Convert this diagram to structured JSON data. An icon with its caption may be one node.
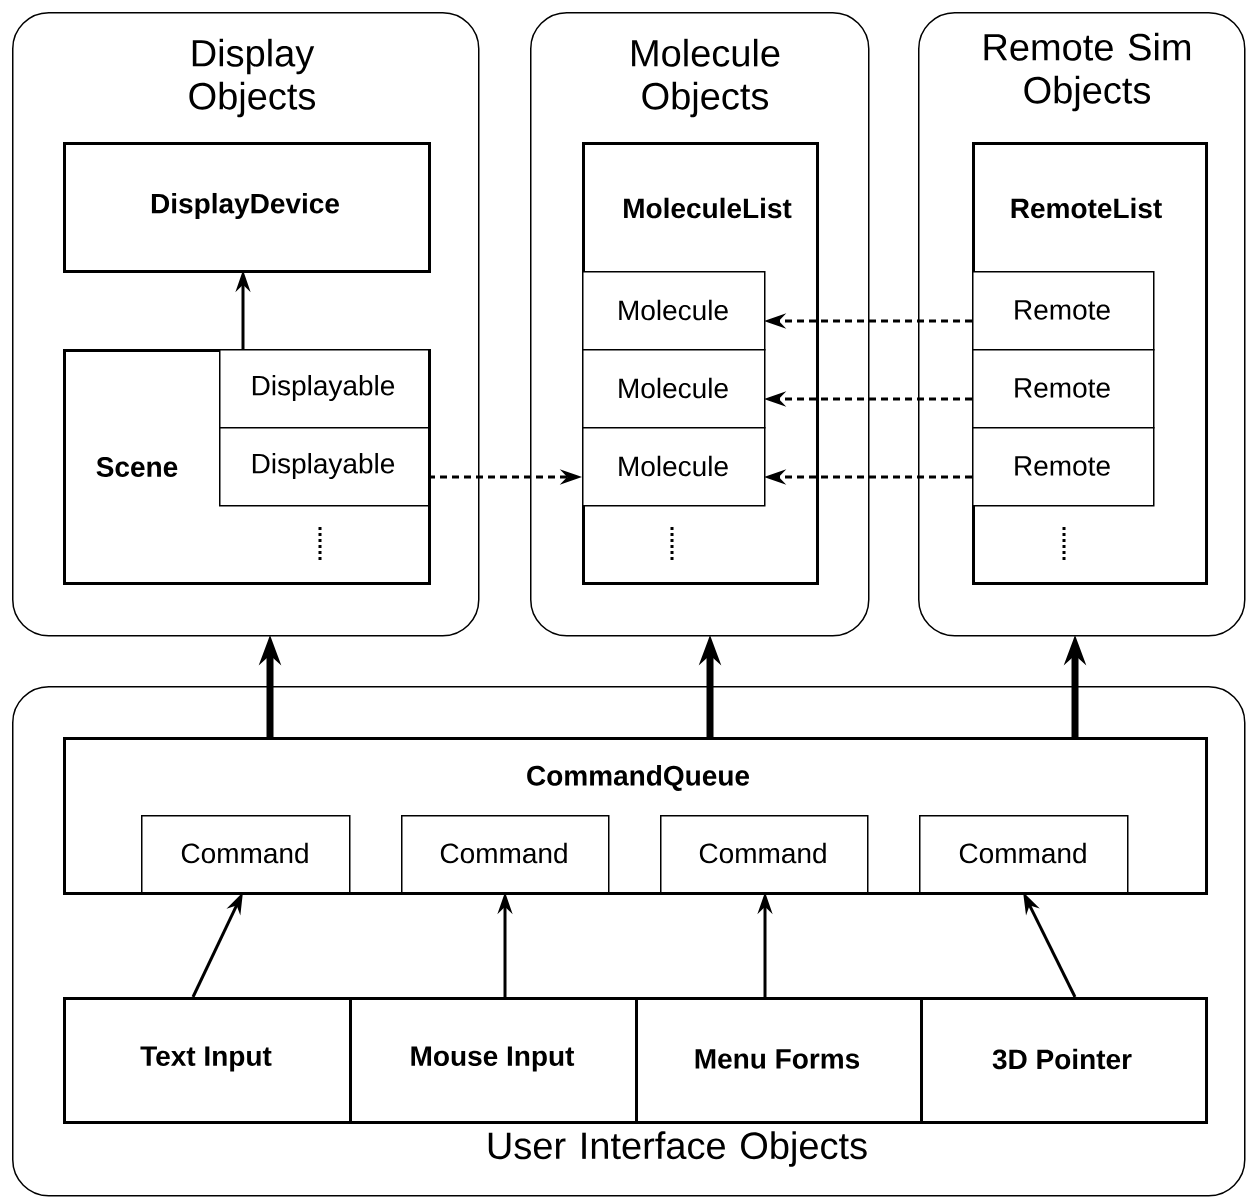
{
  "diagram": {
    "nodes": [
      {
        "text": [
          "Display Objects"
        ]
      },
      {
        "text": [
          "DisplayDevice"
        ],
        "in": 0
      },
      {
        "text": [
          "Scene"
        ],
        "in": 0
      },
      {
        "text": [
          "Displayable"
        ],
        "in": 2
      },
      {
        "text": [
          "Displayable"
        ],
        "in": 2
      },
      {
        "text": [
          "Molecule Objects"
        ]
      },
      {
        "text": [
          "MoleculeList"
        ],
        "in": 5
      },
      {
        "text": [
          "Molecule"
        ],
        "in": 6
      },
      {
        "text": [
          "Molecule"
        ],
        "in": 6
      },
      {
        "text": [
          "Molecule"
        ],
        "in": 6
      },
      {
        "text": [
          "Remote Sim Objects"
        ]
      },
      {
        "text": [
          "RemoteList"
        ],
        "in": 10
      },
      {
        "text": [
          "Remote"
        ],
        "in": 11
      },
      {
        "text": [
          "Remote"
        ],
        "in": 11
      },
      {
        "text": [
          "Remote"
        ],
        "in": 11
      },
      {
        "text": [
          "User Interface Objects"
        ]
      },
      {
        "text": [
          "CommandQueue"
        ],
        "in": 15
      },
      {
        "text": [
          "Command"
        ],
        "in": 16
      },
      {
        "text": [
          "Command"
        ],
        "in": 16
      },
      {
        "text": [
          "Command"
        ],
        "in": 16
      },
      {
        "text": [
          "Command"
        ],
        "in": 16
      },
      {
        "text": [
          "Text Input"
        ],
        "in": 15
      },
      {
        "text": [
          "Mouse Input"
        ],
        "in": 15
      },
      {
        "text": [
          "Menu Forms"
        ],
        "in": 15
      },
      {
        "text": [
          "3D Pointer"
        ],
        "in": 15
      }
    ],
    "edges": [
      {
        "from": 2,
        "to": 1,
        "arrow": "to"
      },
      {
        "from": 4,
        "to": 9,
        "arrow": "to",
        "style": "dashed"
      },
      {
        "from": 12,
        "to": 7,
        "arrow": "to",
        "style": "dashed"
      },
      {
        "from": 13,
        "to": 8,
        "arrow": "to",
        "style": "dashed"
      },
      {
        "from": 14,
        "to": 9,
        "arrow": "to",
        "style": "dashed"
      },
      {
        "from": 16,
        "to": 0,
        "arrow": "to",
        "style": "thick"
      },
      {
        "from": 16,
        "to": 5,
        "arrow": "to",
        "style": "thick"
      },
      {
        "from": 16,
        "to": 10,
        "arrow": "to",
        "style": "thick"
      },
      {
        "from": 21,
        "to": 17,
        "arrow": "to"
      },
      {
        "from": 22,
        "to": 18,
        "arrow": "to"
      },
      {
        "from": 23,
        "to": 19,
        "arrow": "to"
      },
      {
        "from": 24,
        "to": 20,
        "arrow": "to"
      }
    ]
  }
}
